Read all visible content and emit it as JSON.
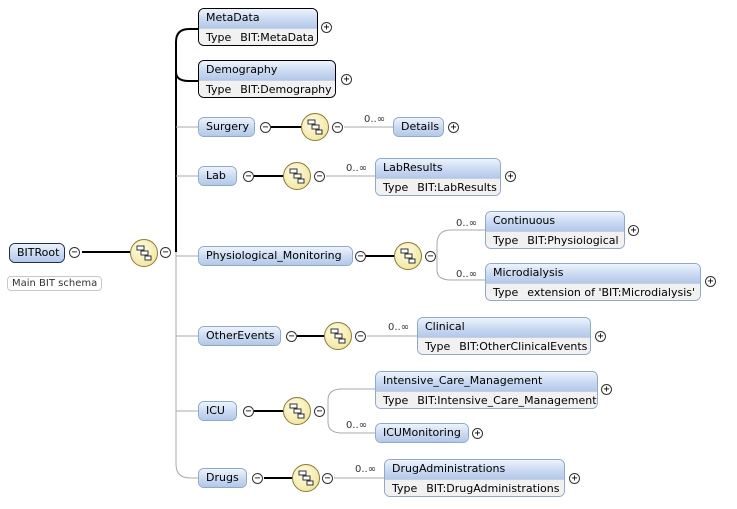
{
  "root": {
    "name": "BITRoot",
    "annotation": "Main BIT schema"
  },
  "type_label": "Type",
  "elements": [
    {
      "id": "metadata",
      "name": "MetaData",
      "type": "BIT:MetaData",
      "toggle": "+"
    },
    {
      "id": "demography",
      "name": "Demography",
      "type": "BIT:Demography",
      "toggle": "+"
    },
    {
      "id": "surgery",
      "name": "Surgery",
      "toggle": "−",
      "children": [
        {
          "id": "details",
          "name": "Details",
          "cardinality": "0..∞",
          "toggle": "+"
        }
      ]
    },
    {
      "id": "lab",
      "name": "Lab",
      "toggle": "−",
      "children": [
        {
          "id": "labresults",
          "name": "LabResults",
          "type": "BIT:LabResults",
          "cardinality": "0..∞",
          "toggle": "+"
        }
      ]
    },
    {
      "id": "physio",
      "name": "Physiological_Monitoring",
      "toggle": "−",
      "children": [
        {
          "id": "continuous",
          "name": "Continuous",
          "type": "BIT:Physiological",
          "cardinality": "0..∞",
          "toggle": "+"
        },
        {
          "id": "microdialysis",
          "name": "Microdialysis",
          "type": "extension of 'BIT:Microdialysis'",
          "cardinality": "0..∞",
          "toggle": "+"
        }
      ]
    },
    {
      "id": "otherevents",
      "name": "OtherEvents",
      "toggle": "−",
      "children": [
        {
          "id": "clinical",
          "name": "Clinical",
          "type": "BIT:OtherClinicalEvents",
          "cardinality": "0..∞",
          "toggle": "+"
        }
      ]
    },
    {
      "id": "icu",
      "name": "ICU",
      "toggle": "−",
      "children": [
        {
          "id": "icm",
          "name": "Intensive_Care_Management",
          "type": "BIT:Intensive_Care_Management",
          "toggle": "+"
        },
        {
          "id": "icumon",
          "name": "ICUMonitoring",
          "cardinality": "0..∞",
          "toggle": "+"
        }
      ]
    },
    {
      "id": "drugs",
      "name": "Drugs",
      "toggle": "−",
      "children": [
        {
          "id": "drugadmin",
          "name": "DrugAdministrations",
          "type": "BIT:DrugAdministrations",
          "cardinality": "0..∞",
          "toggle": "+"
        }
      ]
    }
  ],
  "root_toggle": "−",
  "seq_toggle": "−"
}
